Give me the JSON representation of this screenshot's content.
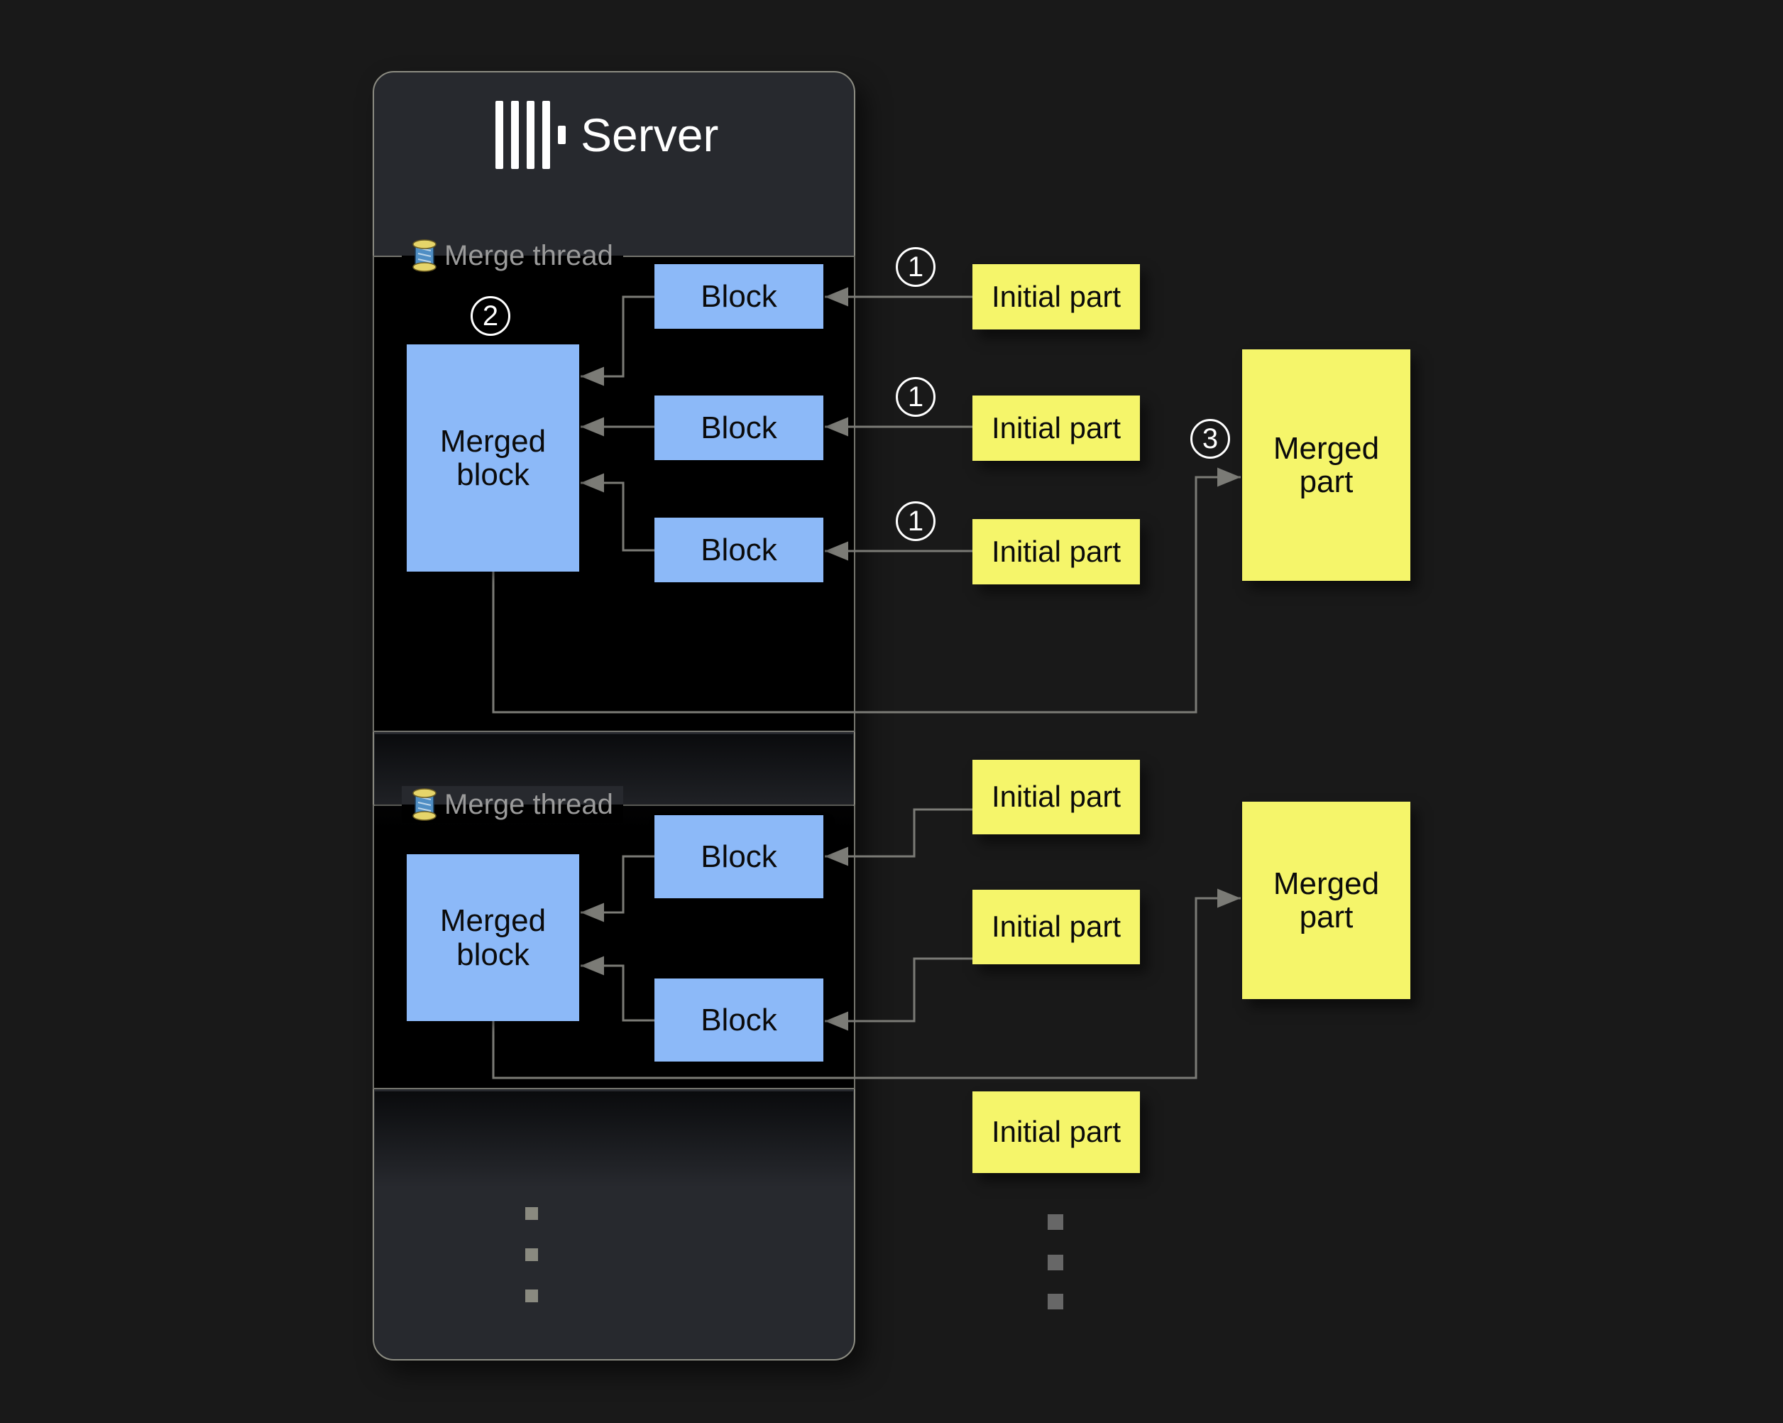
{
  "server": {
    "title": "Server"
  },
  "sections": [
    {
      "label": "Merge thread",
      "badge": "2",
      "merged_block_label": "Merged block",
      "block_labels": [
        "Block",
        "Block",
        "Block"
      ]
    },
    {
      "label": "Merge thread",
      "merged_block_label": "Merged block",
      "block_labels": [
        "Block",
        "Block"
      ]
    }
  ],
  "initial_parts": [
    "Initial part",
    "Initial part",
    "Initial part",
    "Initial part",
    "Initial part",
    "Initial part"
  ],
  "merged_parts": [
    "Merged part",
    "Merged part"
  ],
  "steps": {
    "one": "1",
    "three": "3"
  },
  "icons": {
    "server_logo": "clickhouse-bars-logo",
    "merge_thread": "thread-spool"
  },
  "colors": {
    "background": "#191919",
    "panel": "#27292e",
    "panel_border": "#8c8c82",
    "section": "#000000",
    "section_border": "#73736c",
    "block_fill": "#8cb9f8",
    "part_fill": "#f5f56a",
    "line": "#7b7b76",
    "label_gray": "#9b9b9b",
    "white": "#ffffff",
    "text_dark": "#0b0b0b"
  }
}
